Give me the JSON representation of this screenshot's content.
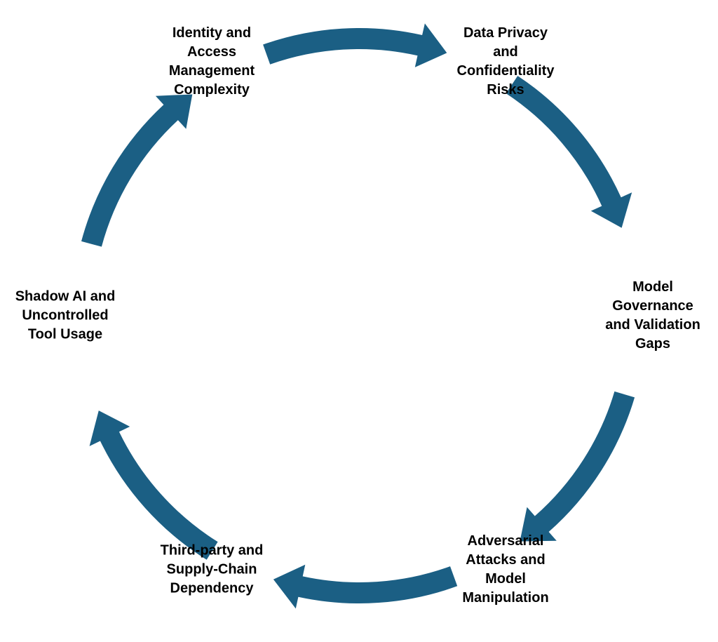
{
  "diagram": {
    "type": "cycle",
    "arrow_color": "#1b5f84",
    "text_color": "#000000",
    "nodes": [
      {
        "id": "identity",
        "lines": [
          "Identity and",
          "Access",
          "Management",
          "Complexity"
        ]
      },
      {
        "id": "privacy",
        "lines": [
          "Data Privacy",
          "and",
          "Confidentiality",
          "Risks"
        ]
      },
      {
        "id": "governance",
        "lines": [
          "Model",
          "Governance",
          "and Validation",
          "Gaps"
        ]
      },
      {
        "id": "adversarial",
        "lines": [
          "Adversarial",
          "Attacks and",
          "Model",
          "Manipulation"
        ]
      },
      {
        "id": "thirdparty",
        "lines": [
          "Third-party and",
          "Supply-Chain",
          "Dependency"
        ]
      },
      {
        "id": "shadow",
        "lines": [
          "Shadow AI and",
          "Uncontrolled",
          "Tool Usage"
        ]
      }
    ],
    "edges": [
      {
        "from": "identity",
        "to": "privacy"
      },
      {
        "from": "privacy",
        "to": "governance"
      },
      {
        "from": "governance",
        "to": "adversarial"
      },
      {
        "from": "adversarial",
        "to": "thirdparty"
      },
      {
        "from": "thirdparty",
        "to": "shadow"
      },
      {
        "from": "shadow",
        "to": "identity"
      }
    ]
  }
}
